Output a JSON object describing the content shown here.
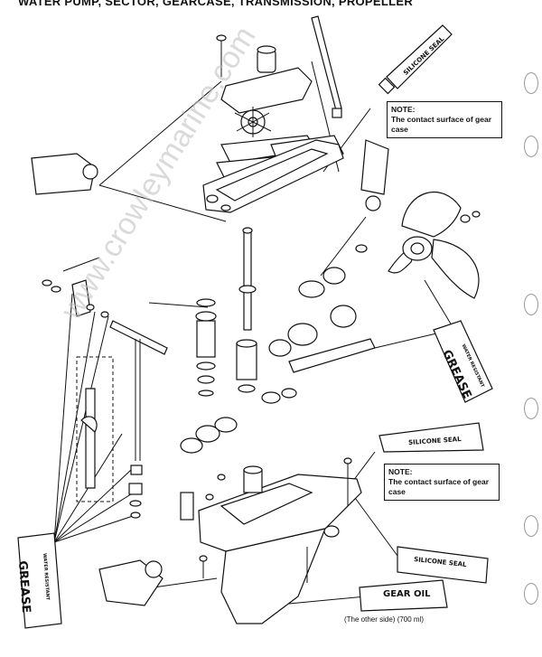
{
  "header": {
    "title": "WATER PUMP, SECTOR, GEARCASE, TRANSMISSION, PROPELLER"
  },
  "notes": [
    {
      "title": "NOTE:",
      "text": "The contact surface of gear case"
    },
    {
      "title": "NOTE:",
      "text": "The contact surface of gear case"
    }
  ],
  "tubes": {
    "silicone_seal": "SILICONE SEAL",
    "grease": "GREASE",
    "water_resistant": "WATER RESISTANT",
    "gear_oil": "GEAR OIL"
  },
  "caption": "(The other side) (700 ml)",
  "watermark": "www.crowleymarine.com"
}
